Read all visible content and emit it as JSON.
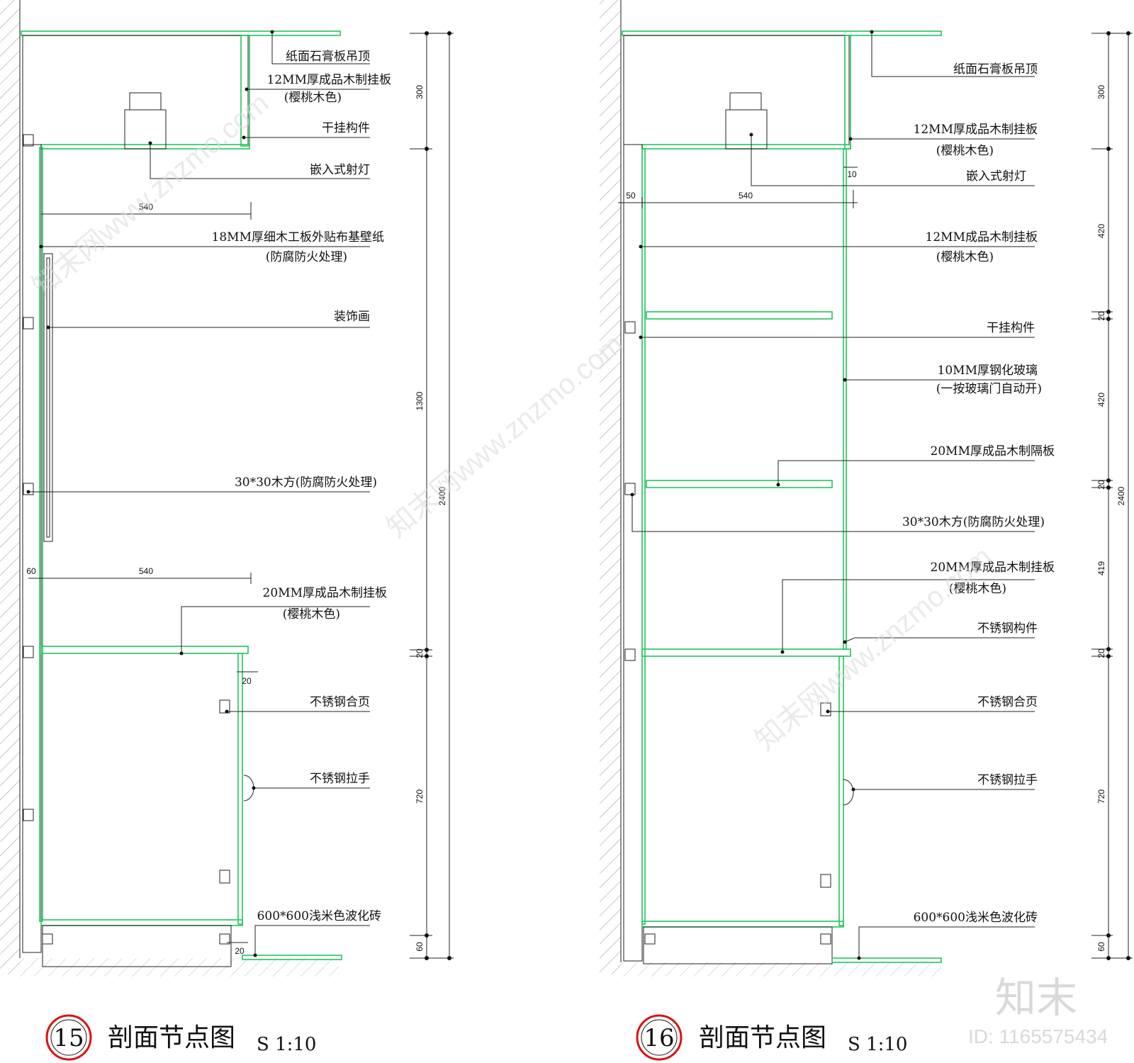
{
  "drawing15": {
    "number": "15",
    "title": "剖面节点图",
    "scale": "S 1:10",
    "callouts": {
      "ceiling": "纸面石膏板吊顶",
      "panel_top_1": "12MM厚成品木制挂板",
      "panel_top_2": "(樱桃木色)",
      "dry_hang": "干挂构件",
      "spotlight": "嵌入式射灯",
      "wallpaper_1": "18MM厚细木工板外贴布基壁纸",
      "wallpaper_2": "(防腐防火处理)",
      "painting": "装饰画",
      "batten": "30*30木方(防腐防火处理)",
      "panel_mid_1": "20MM厚成品木制挂板",
      "panel_mid_2": "(樱桃木色)",
      "hinge": "不锈钢合页",
      "handle": "不锈钢拉手",
      "tile": "600*600浅米色波化砖"
    },
    "dims": {
      "w_top": "540",
      "w_mid": "540",
      "d_60": "60",
      "d_20a": "20",
      "d_20b": "20",
      "v_300": "300",
      "v_1300": "1300",
      "v_20": "20",
      "v_720": "720",
      "v_60": "60",
      "v_2400": "2400"
    }
  },
  "drawing16": {
    "number": "16",
    "title": "剖面节点图",
    "scale": "S 1:10",
    "callouts": {
      "ceiling": "纸面石膏板吊顶",
      "panel_top_1": "12MM厚成品木制挂板",
      "panel_top_2": "(樱桃木色)",
      "spotlight": "嵌入式射灯",
      "panel_wall_1": "12MM成品木制挂板",
      "panel_wall_2": "(樱桃木色)",
      "dry_hang": "干挂构件",
      "glass_1": "10MM厚钢化玻璃",
      "glass_2": "(一按玻璃门自动开)",
      "shelf": "20MM厚成品木制隔板",
      "batten": "30*30木方(防腐防火处理)",
      "panel_mid_1": "20MM厚成品木制挂板",
      "panel_mid_2": "(樱桃木色)",
      "steel_part": "不锈钢构件",
      "hinge": "不锈钢合页",
      "handle": "不锈钢拉手",
      "tile": "600*600浅米色波化砖"
    },
    "dims": {
      "d_10": "10",
      "d_50": "50",
      "w_540": "540",
      "v_300": "300",
      "v_420a": "420",
      "v_20a": "20",
      "v_420b": "420",
      "v_20b": "20",
      "v_419": "419",
      "v_20c": "20",
      "v_720": "720",
      "v_60": "60",
      "v_2400": "2400"
    }
  },
  "watermark": {
    "site": "知末网www.znzmo.com",
    "logo": "知末",
    "id": "ID: 1165575434"
  }
}
